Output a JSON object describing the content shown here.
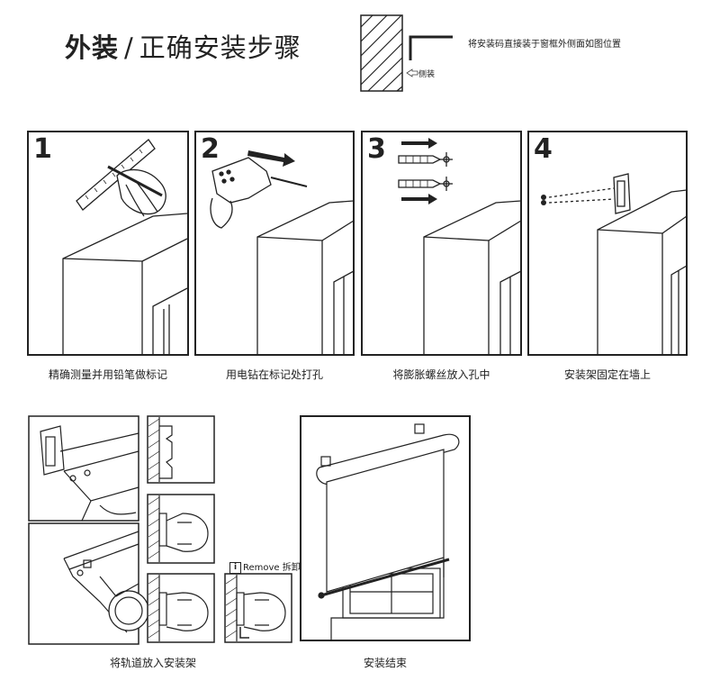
{
  "header": {
    "title_bold": "外装",
    "separator": "/",
    "title_rest": "正确安装步骤",
    "side_label": "侧装",
    "install_note": "将安装码直接装于窗框外侧面如图位置"
  },
  "steps": [
    {
      "number": "1",
      "caption": "精确测量并用铅笔做标记"
    },
    {
      "number": "2",
      "caption": "用电钻在标记处打孔"
    },
    {
      "number": "3",
      "caption": "将膨胀螺丝放入孔中"
    },
    {
      "number": "4",
      "caption": "安装架固定在墙上"
    }
  ],
  "bottom": {
    "rail_caption": "将轨道放入安装架",
    "done_caption": "安装结束",
    "remove_icon": "i",
    "remove_label": "Remove 拆卸"
  }
}
